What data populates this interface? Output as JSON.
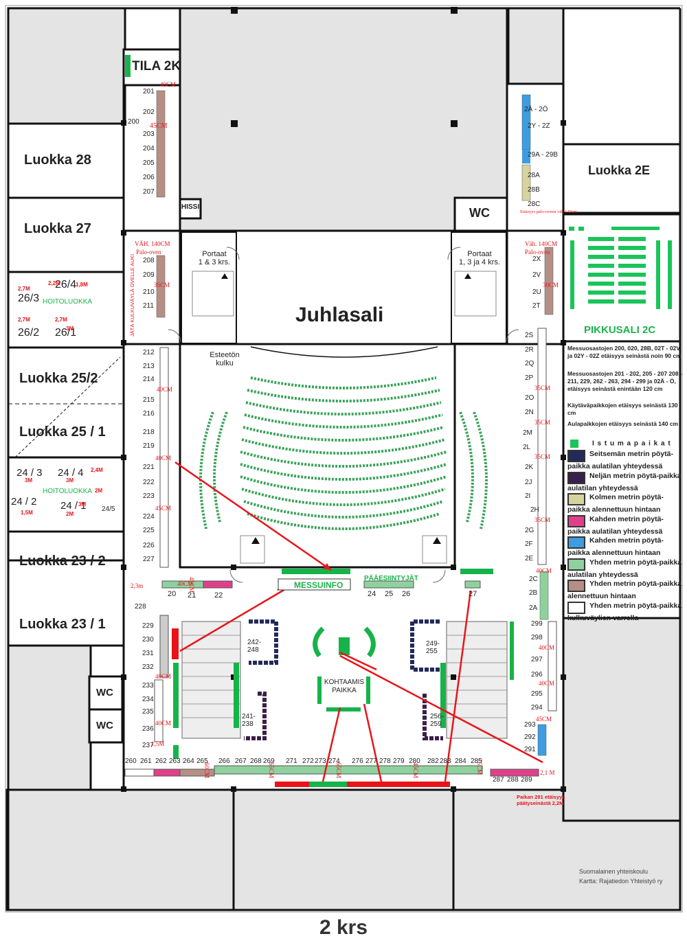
{
  "floor_label": "2 krs",
  "credit": [
    "Suomalainen yhteiskoulu",
    "Kartta: Rajatiedon Yhteistyö ry"
  ],
  "rooms": {
    "luokka28": "Luokka 28",
    "luokka27": "Luokka 27",
    "luokka25_2": "Luokka 25/2",
    "luokka25_1": "Luokka 25 / 1",
    "luokka23_2": "Luokka 23 / 2",
    "luokka23_1": "Luokka 23 / 1",
    "luokka2e": "Luokka 2E",
    "tila2k": "TILA 2K",
    "juhlasali": "Juhlasali",
    "pikkusali": "PIKKUSALI 2C",
    "wc_top": "WC",
    "wc_left1": "WC",
    "wc_left2": "WC",
    "hissi": "HISSI",
    "portaat_left": [
      "Portaat",
      "1 & 3 krs."
    ],
    "portaat_right": [
      "Portaat",
      "1, 3 ja 4 krs."
    ],
    "esteeton": [
      "Esteetön",
      "kulku"
    ],
    "messuinfo": "MESSUINFO",
    "paaesiintyjat": "PÄÄESIINTYJÄT",
    "kohtaamispaikka": [
      "KOHTAAMIS",
      "PAIKKA"
    ],
    "hoitoluokka_top": "HOITOLUOKKA",
    "hoitoluokka_bottom": "HOITOLUOKKA",
    "r26_4": "26/4",
    "r26_3": "26/3",
    "r26_2": "26/2",
    "r26_1": "26/1",
    "r24_3": "24 / 3",
    "r24_4": "24 / 4",
    "r24_2": "24 / 2",
    "r24_1": "24 / 1",
    "r24_5": "24/5"
  },
  "booths": {
    "left_column": [
      "201",
      "202",
      "203",
      "204",
      "205",
      "206",
      "207",
      "208",
      "209",
      "210",
      "211",
      "212",
      "213",
      "214",
      "215",
      "216",
      "218",
      "219",
      "221",
      "222",
      "223",
      "224",
      "225",
      "226",
      "227",
      "228",
      "229",
      "230",
      "231",
      "232",
      "233",
      "234",
      "235",
      "236",
      "237"
    ],
    "b200": "200",
    "right_column": [
      "2Ä - 2Ö",
      "2Y - 2Z",
      "29A - 29B",
      "28A",
      "28B",
      "28C",
      "2X",
      "2V",
      "2U",
      "2T",
      "2S",
      "2R",
      "2Q",
      "2P",
      "2O",
      "2N",
      "2M",
      "2L",
      "2K",
      "2J",
      "2I",
      "2H",
      "2G",
      "2F",
      "2E",
      "2C",
      "2B",
      "2A",
      "299",
      "298",
      "297",
      "296",
      "295",
      "294",
      "293",
      "292",
      "291"
    ],
    "bottom_row": [
      "260",
      "261",
      "262",
      "263",
      "264",
      "265",
      "266",
      "267",
      "268",
      "269",
      "271",
      "272",
      "273",
      "274",
      "276",
      "277",
      "278",
      "279",
      "280",
      "282",
      "283",
      "284",
      "285",
      "287",
      "288",
      "289"
    ],
    "front": [
      "20",
      "21",
      "22",
      "24",
      "25",
      "26",
      "27"
    ],
    "blocks": [
      "242-\n248",
      "241-\n238",
      "249-\n255",
      "256-\n259"
    ]
  },
  "distance_labels": [
    "40CM",
    "45CM",
    "VÄH. 140CM",
    "Palo-oven",
    "35CM",
    "JÄTÄ KULKUVÄYLÄ OVELLE AUKI",
    "40CM",
    "40CM",
    "45CM",
    "40CM",
    "40CM",
    "1,5M",
    "2,3m",
    "40CM",
    "45CM",
    "60CM",
    "65CM",
    "65CM",
    "45CM",
    "75CM",
    "2,1 M",
    "Väh. 140CM",
    "Palo-oven",
    "30CM",
    "35CM",
    "35CM",
    "35CM",
    "35CM",
    "40CM",
    "40CM",
    "40CM",
    "45CM",
    "Etäisyys palo-oveen väh 140cm",
    "2,7M",
    "2,7M",
    "2,7M",
    "1,8M",
    "2,2M",
    "3M",
    "3M",
    "3M",
    "2M",
    "2,4M",
    "1,5M",
    "2M",
    "3M"
  ],
  "paikka_291_note": [
    "Paikan 291 etäisyys",
    "päätyseinästä 2,2M"
  ],
  "notes": [
    "Messuosastojen 200, 020, 28B, 02T - 02V ja 02Y - 02Z etäisyys seinästä noin 90 cm",
    "Messuosastojen 201 - 202, 205 - 207 208 - 211, 229, 262 - 263, 294 - 299 ja 02Ä - Ö, etäisyys seinästä enintään 120 cm",
    "Käytäväpaikkojen etäisyys seinästä 130 cm",
    "Aulapaikkojen etäisyys seinästä 140 cm"
  ],
  "legend": {
    "heading": "I s t u m a p a i k a t",
    "items": [
      {
        "label": "Seitsemän metrin pöytä-paikka aulatilan yhteydessä",
        "color": "#232a5a"
      },
      {
        "label": "Neljän metrin pöytä-paikka aulatilan yhteydessä",
        "color": "#3a1f4a"
      },
      {
        "label": "Kolmen metrin pöytä-paikka alennettuun hintaan",
        "color": "#d7d39e"
      },
      {
        "label": "Kahden metrin pöytä-paikka aulatilan yhteydessä",
        "color": "#e0408a"
      },
      {
        "label": "Kahden metrin pöytä-paikka alennettuun hintaan",
        "color": "#3d9de0"
      },
      {
        "label": "Yhden metrin pöytä-paikka aulatilan yhteydessä",
        "color": "#8fd19e"
      },
      {
        "label": "Yhden metrin pöytä-paikka alennettuun hintaan",
        "color": "#b58f86"
      },
      {
        "label": "Yhden metrin pöytä-paikka kulkuväylien varrella",
        "color": "#ffffff"
      }
    ],
    "seat_color": "#1bc45a"
  },
  "colors": {
    "wall": "#111111",
    "floor_gray": "#e4e4e4",
    "red": "#e8141a",
    "green": "#16b34a",
    "blue_arrow": "#3ab0e8"
  }
}
